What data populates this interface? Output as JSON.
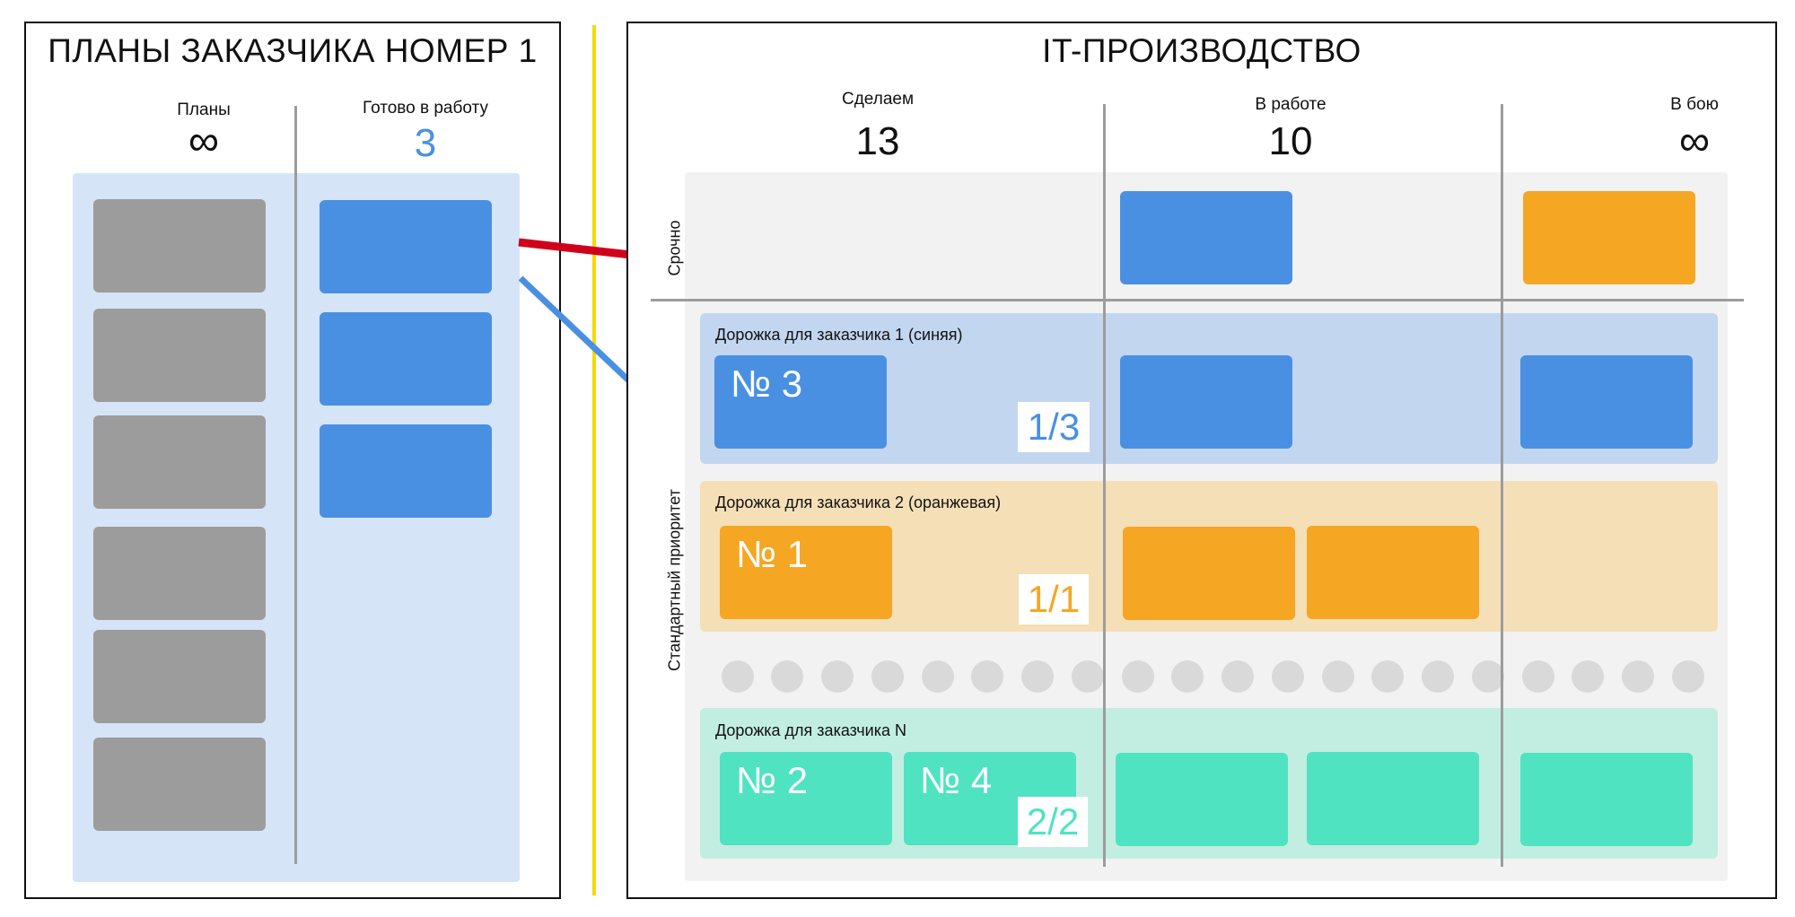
{
  "left_panel": {
    "title": "ПЛАНЫ ЗАКАЗЧИКА НОМЕР 1",
    "columns": [
      {
        "label": "Планы",
        "wip": "∞"
      },
      {
        "label": "Готово в работу",
        "wip": "3"
      }
    ],
    "plans_cards": 6,
    "ready_cards": 3
  },
  "right_panel": {
    "title": "IT-ПРОИЗВОДСТВО",
    "columns": [
      {
        "label": "Сделаем",
        "wip": "13"
      },
      {
        "label": "В работе",
        "wip": "10"
      },
      {
        "label": "В бою",
        "wip": "∞"
      }
    ],
    "rows": {
      "urgent": "Срочно",
      "standard": "Стандартный приоритет"
    },
    "lanes": [
      {
        "label": "Дорожка для заказчика 1 (синяя)",
        "cards": [
          "№ 3"
        ],
        "ratio": "1/3",
        "color": "#4a90e2"
      },
      {
        "label": "Дорожка для заказчика 2 (оранжевая)",
        "cards": [
          "№ 1"
        ],
        "ratio": "1/1",
        "color": "#f5a623"
      },
      {
        "label": "Дорожка для заказчика N",
        "cards": [
          "№ 2",
          "№ 4"
        ],
        "ratio": "2/2",
        "color": "#50e3c2"
      }
    ]
  },
  "colors": {
    "blue": "#4a90e2",
    "orange": "#f5a623",
    "teal": "#50e3c2",
    "gray": "#9c9c9c",
    "divider": "#f5d90a",
    "arrow_red": "#d0021b",
    "arrow_blue": "#4a90e2"
  }
}
